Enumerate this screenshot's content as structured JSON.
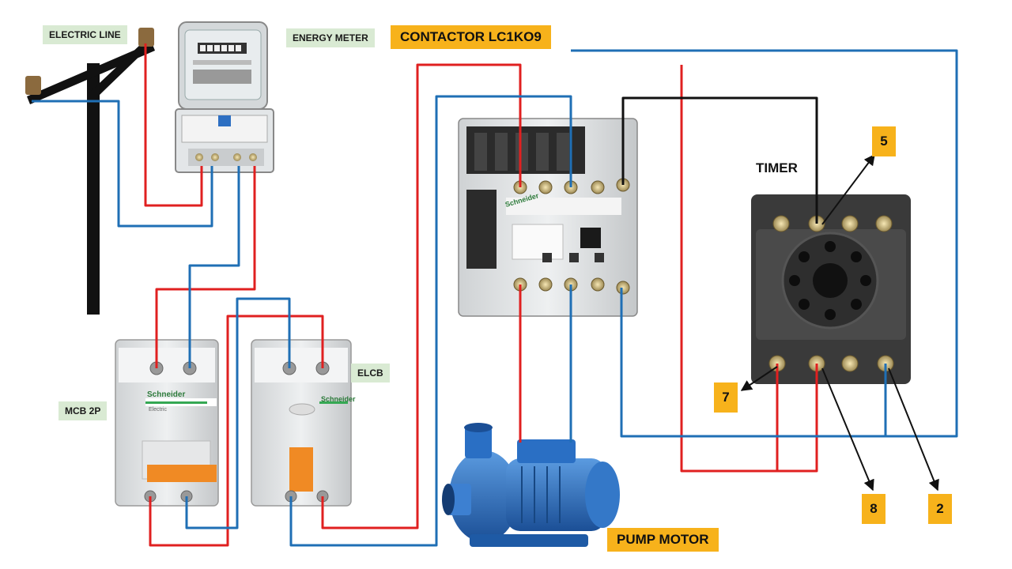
{
  "labels": {
    "electric_line": "ELECTRIC LINE",
    "energy_meter": "ENERGY METER",
    "contactor": "CONTACTOR LC1KO9",
    "timer": "TIMER",
    "mcb": "MCB 2P",
    "elcb": "ELCB",
    "pump_motor": "PUMP MOTOR"
  },
  "terminal_numbers": {
    "t5": "5",
    "t7": "7",
    "t8": "8",
    "t2": "2"
  },
  "device_markings": {
    "brand": "Schneider",
    "brand_sub": "Electric"
  },
  "colors": {
    "line_wire": "#e02020",
    "neutral_wire": "#1f6fb5",
    "control_wire": "#111111",
    "label_orange": "#f7b21b",
    "label_green": "#d9ead3",
    "pump_blue": "#2a6fc4"
  }
}
